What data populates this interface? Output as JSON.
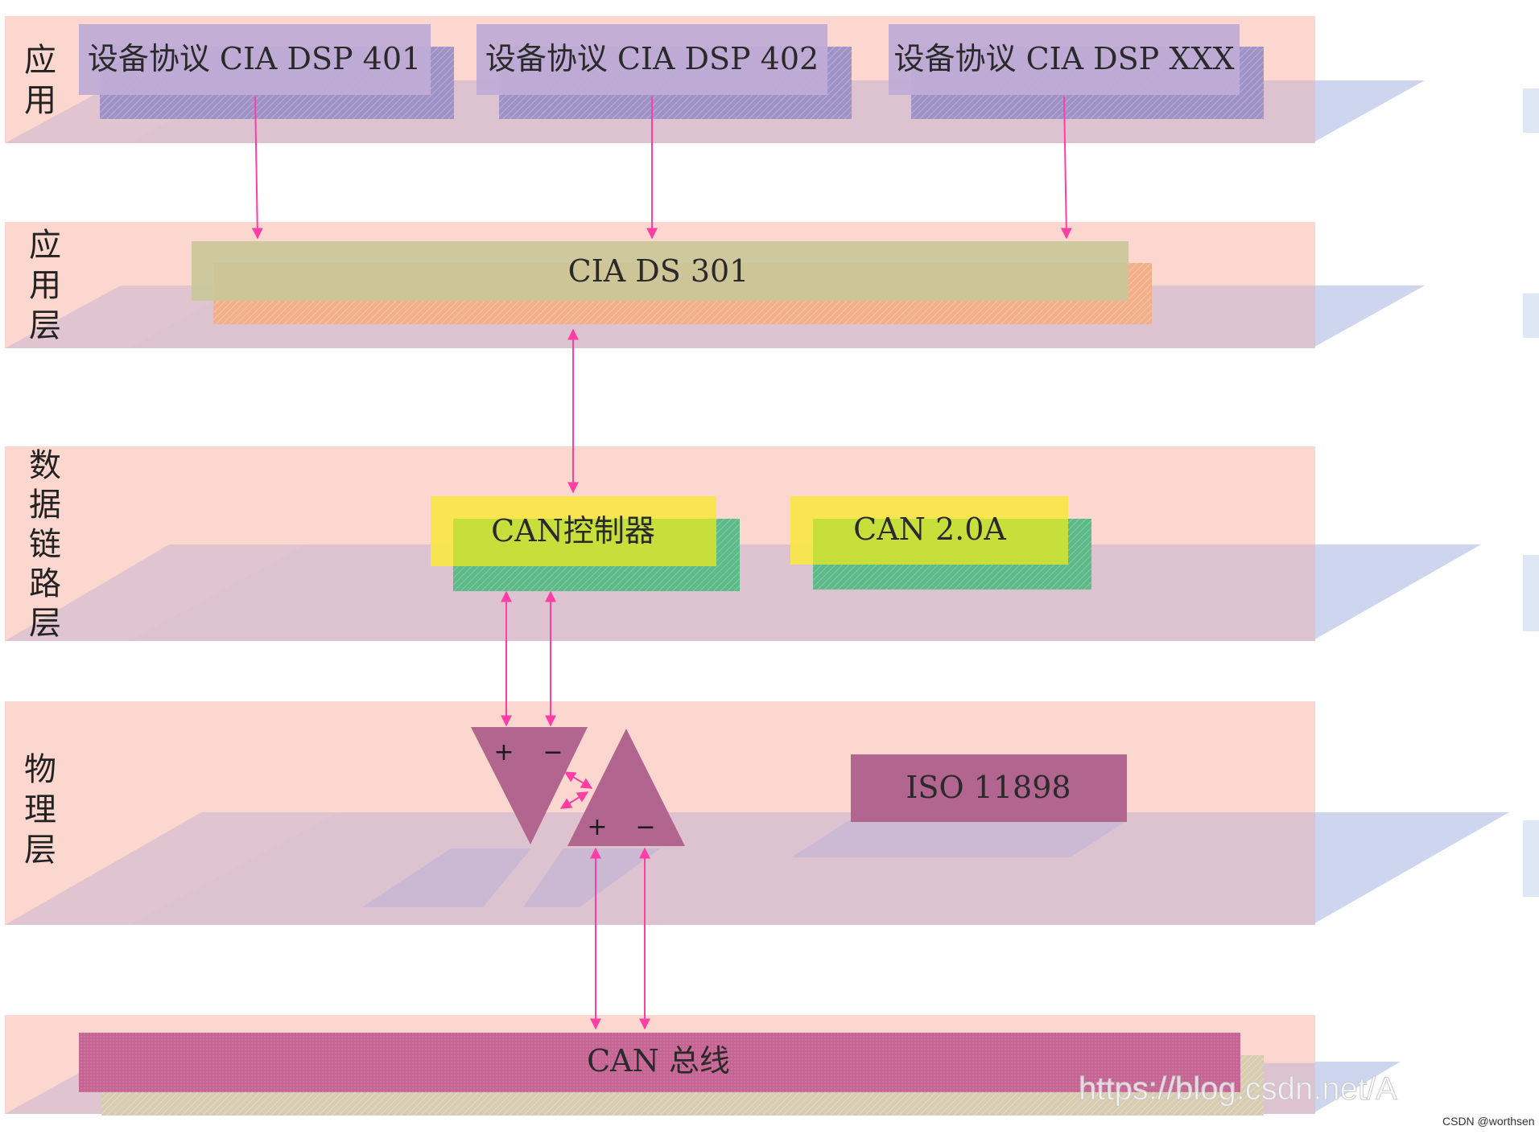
{
  "layers": {
    "application": {
      "label_lines": [
        "应",
        "用"
      ]
    },
    "application_layer": {
      "label_lines": [
        "应",
        "用",
        "层"
      ]
    },
    "data_link_layer": {
      "label_lines": [
        "数",
        "据",
        "链",
        "路",
        "层"
      ]
    },
    "physical_layer": {
      "label_lines": [
        "物",
        "理",
        "层"
      ]
    }
  },
  "boxes": {
    "dsp401": "设备协议 CIA DSP 401",
    "dsp402": "设备协议 CIA DSP 402",
    "dspxxx": "设备协议 CIA DSP XXX",
    "ds301": "CIA DS 301",
    "can_controller": "CAN控制器",
    "can_20a": "CAN 2.0A",
    "iso11898": "ISO 11898",
    "can_bus": "CAN 总线"
  },
  "transceiver": {
    "driver_signs": [
      "+",
      "−"
    ],
    "receiver_signs": [
      "+",
      "−"
    ]
  },
  "watermark": "https://blog.csdn.net/A",
  "credit": "CSDN @worthsen",
  "colors": {
    "band": "#fbd0c7",
    "arrow": "#ff3ea5",
    "protocol_box": "#c0acd6",
    "ds301_box": "#c9c698",
    "controller_box": "#c6df3a",
    "physical_box": "#b2658e",
    "bus_box": "#c0638f"
  }
}
